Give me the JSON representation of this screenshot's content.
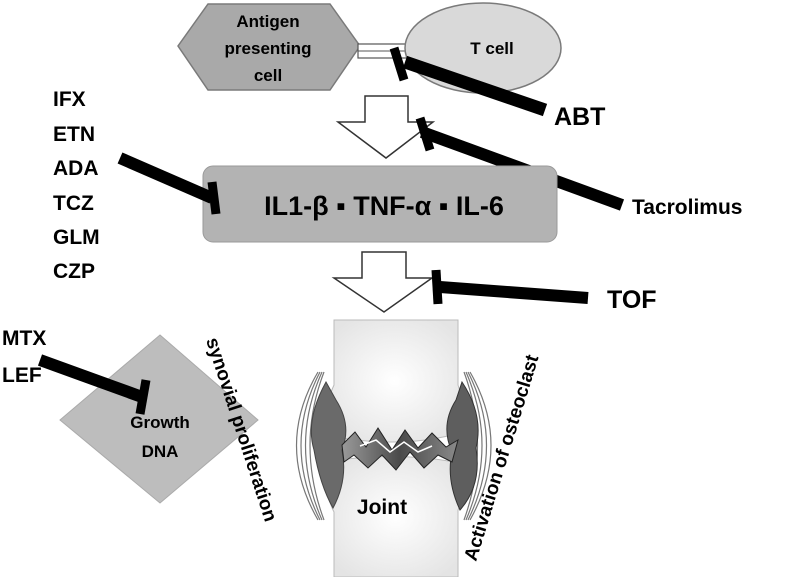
{
  "cells": {
    "apc": "Antigen presenting cell",
    "apc_lines": [
      "Antigen",
      "presenting",
      "cell"
    ],
    "tcell": "T cell"
  },
  "cytokines": "IL1-β ▪ TNF-α ▪ IL-6",
  "drugs_left": [
    "IFX",
    "ETN",
    "ADA",
    "TCZ",
    "GLM",
    "CZP"
  ],
  "drugs_right": {
    "abt": "ABT",
    "tacrolimus": "Tacrolimus",
    "tof": "TOF"
  },
  "drugs_growth": [
    "MTX",
    "LEF"
  ],
  "growth_dna": "Growth DNA",
  "growth_dna_lines": [
    "Growth",
    "DNA"
  ],
  "joint": {
    "label": "Joint",
    "left_process": "synovial proliferation",
    "right_process": "Activation of osteoclast"
  },
  "colors": {
    "apc_fill": "#a9a9a9",
    "tcell_fill": "#d9d9d9",
    "cytokine_box": "#b3b3b3",
    "growth_fill": "#bdbdbd",
    "inhibitor": "#000000"
  }
}
